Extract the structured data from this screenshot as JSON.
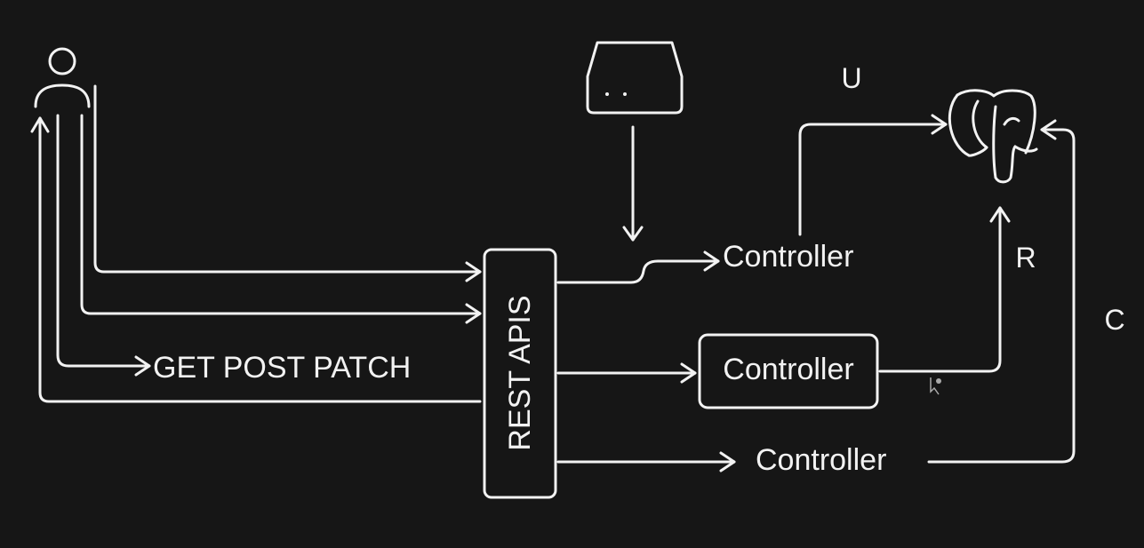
{
  "nodes": {
    "api_label": "REST APIS",
    "controller_top": "Controller",
    "controller_middle": "Controller",
    "controller_bottom": "Controller"
  },
  "edges": {
    "methods_label": "GET POST PATCH",
    "update_label": "U",
    "read_label": "R",
    "create_label": "C"
  },
  "icons": {
    "user": "user-icon",
    "server": "server-icon",
    "database": "postgres-elephant-icon",
    "cursor": "cursor-icon"
  },
  "colors": {
    "background": "#161616",
    "foreground": "#f2f2f2"
  }
}
